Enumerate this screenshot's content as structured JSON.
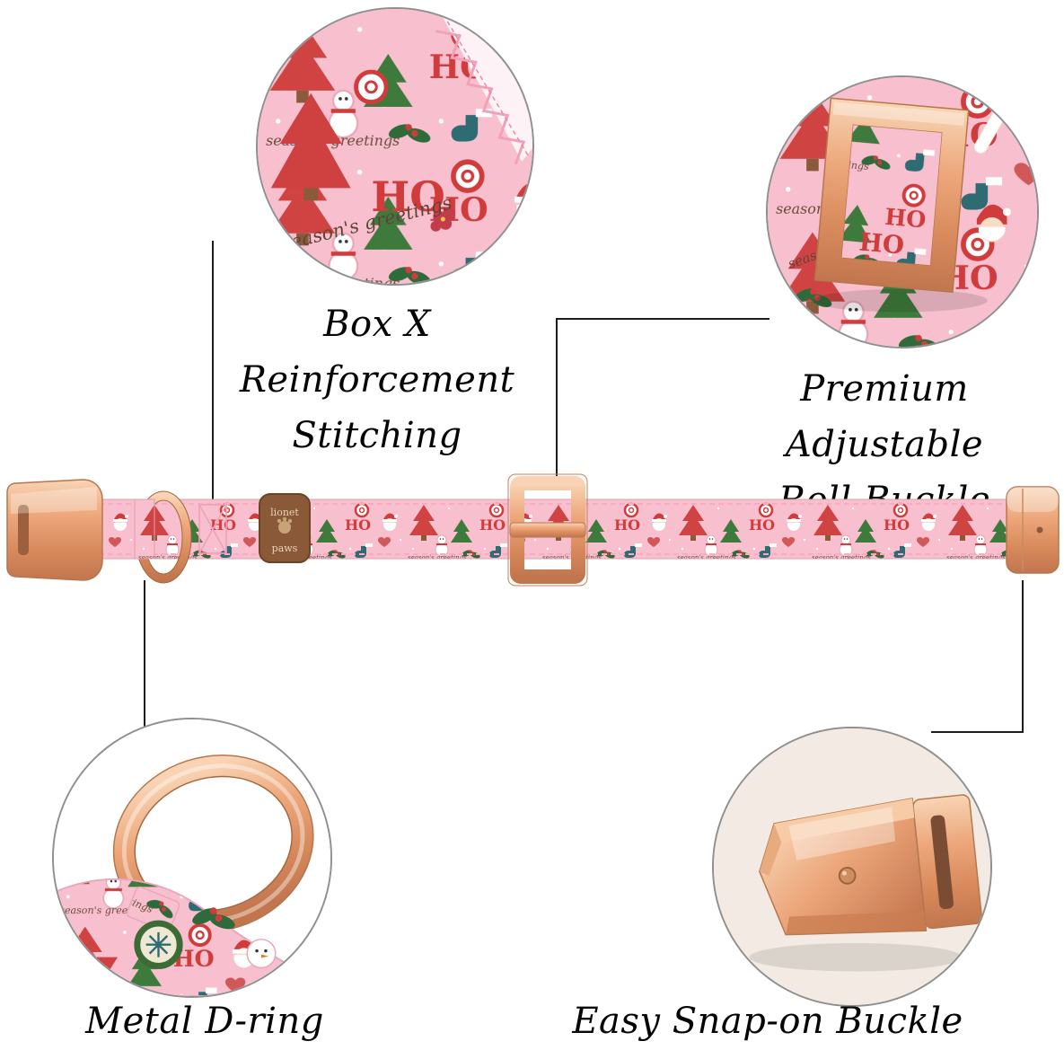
{
  "callouts": {
    "stitching": {
      "line1": "Box X Reinforcement",
      "line2": "Stitching"
    },
    "roll_buckle": {
      "line1": "Premium Adjustable",
      "line2": "Roll Buckle"
    },
    "d_ring": {
      "label": "Metal D-ring"
    },
    "snap_buckle": {
      "label": "Easy Snap-on Buckle"
    }
  },
  "collar": {
    "brand_tag": {
      "line1": "lionet",
      "line2": "paws"
    },
    "fabric_print": {
      "ho_text": "HO",
      "script_text": "season's greetings"
    }
  },
  "colors": {
    "fabric_pink": "#f8c0ce",
    "rose_gold": "#e2a075",
    "print_red": "#d03b3b",
    "print_green": "#3e7a3c",
    "leather_brown": "#8a5a38",
    "line_black": "#1c1c1c"
  }
}
